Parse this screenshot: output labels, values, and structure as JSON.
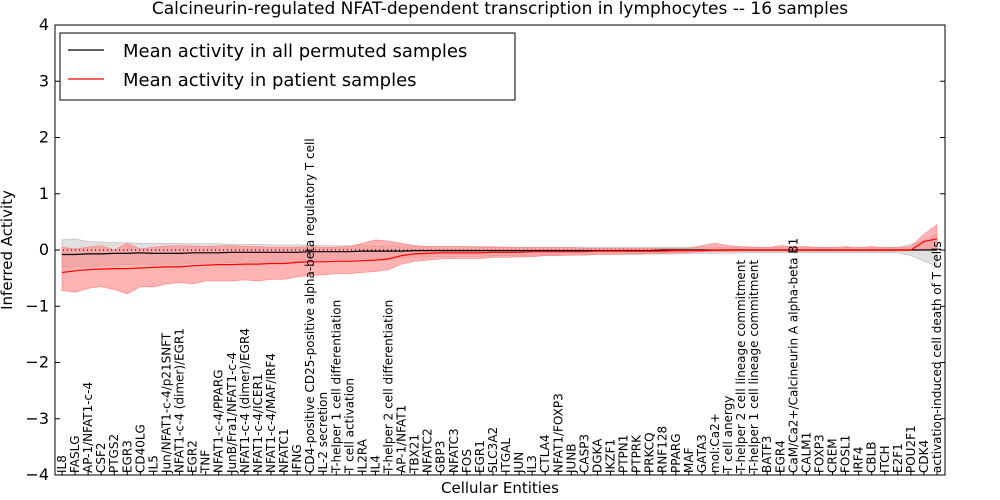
{
  "chart_data": {
    "type": "line",
    "title": "Calcineurin-regulated NFAT-dependent transcription in lymphocytes -- 16 samples",
    "xlabel": "Cellular Entities",
    "ylabel": "Inferred Activity",
    "ylim": [
      -4,
      4
    ],
    "yticks": [
      -4,
      -3,
      -2,
      -1,
      0,
      1,
      2,
      3,
      4
    ],
    "ytick_labels": [
      "−4",
      "−3",
      "−2",
      "−1",
      "0",
      "1",
      "2",
      "3",
      "4"
    ],
    "grid": false,
    "legend_position": "top-left",
    "categories": [
      "IL8",
      "FASLG",
      "AP-1/NFAT1-c-4",
      "CSF2",
      "PTGS2",
      "EGR3",
      "CD40LG",
      "IL5",
      "Jun/NFAT1-c-4/p21SNFT",
      "NFAT1-c-4 (dimer)/EGR1",
      "EGR2",
      "TNF",
      "NFAT1-c-4/PPARG",
      "JunB/Fra1/NFAT1-c-4",
      "NFAT1-c-4 (dimer)/EGR4",
      "NFAT1-c-4/ICER1",
      "NFAT1-c-4/MAF/IRF4",
      "NFATC1",
      "IFNG",
      "CD4-positive CD25-positive alpha-beta regulatory T cell",
      "IL-2 secretion",
      "T-helper 1 cell differentiation",
      "T cell activation",
      "IL2RA",
      "IL4",
      "T-helper 2 cell differentiation",
      "AP-1/NFAT1",
      "TBX21",
      "NFATC2",
      "GBP3",
      "NFATC3",
      "FOS",
      "EGR1",
      "SLC3A2",
      "ITGAL",
      "JUN",
      "IL3",
      "CTLA4",
      "NFAT1/FOXP3",
      "JUNB",
      "CASP3",
      "DGKA",
      "IKZF1",
      "PTPN1",
      "PTPRK",
      "PRKCQ",
      "RNF128",
      "PPARG",
      "MAF",
      "GATA3",
      "mol:Ca2+",
      "T cell anergy",
      "T-helper 2 cell lineage commitment",
      "T-helper 1 cell lineage commitment",
      "BATF3",
      "EGR4",
      "CaM/Ca2+/Calcineurin A alpha-beta B1",
      "CALM1",
      "FOXP3",
      "CREM",
      "FOSL1",
      "IRF4",
      "CBLB",
      "ITCH",
      "E2F1",
      "POU2F1",
      "CDK4",
      "activation-induced cell death of T cells"
    ],
    "category_labels": [
      "IL8",
      "FASLG",
      "AP-1/NFAT1-c-4",
      "CSF2",
      "PTGS2",
      "EGR3",
      "CD40LG",
      "IL5",
      "Jun/NFAT1-c-4/p21SNFT",
      "NFAT1-c-4 (dimer)/EGR1",
      "EGR2",
      "TNF",
      "NFAT1-c-4/PPARG",
      "JunB/Fra1/NFAT1-c-4",
      "NFAT1-c-4 (dimer)/EGR4",
      "NFAT1-c-4/ICER1",
      "NFAT1-c-4/MAF/IRF4",
      "NFATC1",
      "IFNG",
      "CD4-positive CD25-positive alpha-beta regulatory T cell",
      "IL-2 secretion",
      "T-helper 1 cell differentiation",
      "T cell activation",
      "IL2RA",
      "IL4",
      "T-helper 2 cell differentiation",
      "AP-1/NFAT1",
      "TBX21",
      "NFATC2",
      "GBP3",
      "NFATC3",
      "FOS",
      "EGR1",
      "SLC3A2",
      "ITGAL",
      "JUN",
      "IL3",
      "CTLA4",
      "NFAT1/FOXP3",
      "JUNB",
      "CASP3",
      "DGKA",
      "IKZF1",
      "PTPN1",
      "PTPRK",
      "PRKCQ",
      "RNF128",
      "PPARG",
      "MAF",
      "GATA3",
      "mol:Ca2+",
      "T cell anergy",
      "T-helper 2 cell lineage commitment",
      "T-helper 1 cell lineage commitment",
      "BATF3",
      "EGR4",
      "CaM/Ca2+/Calcineurin A alpha-beta B1",
      "CALM1",
      "FOXP3",
      "CREM",
      "FOSL1",
      "IRF4",
      "CBLB",
      "ITCH",
      "E2F1",
      "POU2F1",
      "CDK4",
      "activation-induced cell death of T cells"
    ],
    "series": [
      {
        "name": "Mean activity in all permuted samples",
        "color": "#000000",
        "band_color": "#bbbbbb",
        "values": [
          -0.08,
          -0.08,
          -0.07,
          -0.07,
          -0.06,
          -0.06,
          -0.05,
          -0.06,
          -0.06,
          -0.06,
          -0.05,
          -0.05,
          -0.05,
          -0.04,
          -0.04,
          -0.04,
          -0.04,
          -0.04,
          -0.04,
          -0.03,
          -0.03,
          -0.03,
          -0.03,
          -0.02,
          -0.02,
          -0.02,
          -0.02,
          -0.01,
          -0.01,
          -0.01,
          -0.01,
          -0.01,
          -0.01,
          -0.01,
          -0.01,
          -0.01,
          -0.01,
          -0.01,
          -0.01,
          -0.01,
          -0.01,
          -0.01,
          -0.01,
          -0.01,
          -0.01,
          -0.01,
          0.0,
          0.0,
          0.0,
          0.0,
          0.0,
          0.0,
          0.0,
          0.0,
          0.0,
          0.0,
          0.0,
          0.0,
          0.0,
          0.0,
          0.0,
          0.0,
          0.0,
          0.0,
          0.0,
          0.0,
          0.0,
          0.0
        ],
        "lower": [
          -0.32,
          -0.3,
          -0.29,
          -0.28,
          -0.27,
          -0.26,
          -0.25,
          -0.26,
          -0.25,
          -0.25,
          -0.24,
          -0.24,
          -0.23,
          -0.22,
          -0.22,
          -0.21,
          -0.21,
          -0.2,
          -0.2,
          -0.19,
          -0.18,
          -0.17,
          -0.17,
          -0.16,
          -0.15,
          -0.14,
          -0.14,
          -0.13,
          -0.12,
          -0.12,
          -0.11,
          -0.11,
          -0.11,
          -0.1,
          -0.1,
          -0.1,
          -0.1,
          -0.09,
          -0.09,
          -0.09,
          -0.09,
          -0.08,
          -0.08,
          -0.08,
          -0.08,
          -0.07,
          -0.07,
          -0.07,
          -0.06,
          -0.06,
          -0.06,
          -0.06,
          -0.05,
          -0.05,
          -0.05,
          -0.05,
          -0.05,
          -0.05,
          -0.05,
          -0.05,
          -0.05,
          -0.05,
          -0.05,
          -0.05,
          -0.05,
          -0.1,
          -0.2,
          -0.28
        ],
        "upper": [
          0.18,
          0.2,
          0.15,
          0.14,
          0.13,
          0.13,
          0.12,
          0.12,
          0.12,
          0.12,
          0.11,
          0.11,
          0.11,
          0.1,
          0.1,
          0.1,
          0.09,
          0.09,
          0.09,
          0.09,
          0.08,
          0.08,
          0.08,
          0.08,
          0.07,
          0.07,
          0.07,
          0.07,
          0.06,
          0.06,
          0.06,
          0.06,
          0.06,
          0.06,
          0.05,
          0.05,
          0.05,
          0.05,
          0.05,
          0.05,
          0.05,
          0.05,
          0.05,
          0.05,
          0.05,
          0.05,
          0.05,
          0.05,
          0.05,
          0.05,
          0.05,
          0.05,
          0.05,
          0.05,
          0.05,
          0.05,
          0.05,
          0.05,
          0.05,
          0.05,
          0.05,
          0.05,
          0.05,
          0.05,
          0.05,
          0.1,
          0.18,
          0.28
        ]
      },
      {
        "name": "Mean activity in patient samples",
        "color": "#ff0000",
        "band_color": "#ff8080",
        "values": [
          -0.4,
          -0.37,
          -0.35,
          -0.34,
          -0.33,
          -0.33,
          -0.32,
          -0.31,
          -0.3,
          -0.3,
          -0.28,
          -0.27,
          -0.26,
          -0.26,
          -0.25,
          -0.25,
          -0.24,
          -0.24,
          -0.22,
          -0.21,
          -0.21,
          -0.2,
          -0.2,
          -0.19,
          -0.18,
          -0.16,
          -0.1,
          -0.07,
          -0.06,
          -0.05,
          -0.05,
          -0.05,
          -0.05,
          -0.04,
          -0.04,
          -0.04,
          -0.03,
          -0.03,
          -0.03,
          -0.03,
          -0.03,
          -0.02,
          -0.02,
          -0.02,
          -0.02,
          -0.02,
          -0.02,
          -0.01,
          -0.01,
          -0.01,
          0.0,
          0.0,
          0.0,
          0.0,
          0.0,
          0.0,
          0.0,
          0.0,
          0.0,
          0.0,
          0.0,
          0.0,
          0.0,
          0.0,
          0.0,
          0.0,
          0.15,
          0.2
        ],
        "lower": [
          -0.72,
          -0.75,
          -0.68,
          -0.65,
          -0.7,
          -0.78,
          -0.65,
          -0.66,
          -0.6,
          -0.58,
          -0.6,
          -0.55,
          -0.55,
          -0.55,
          -0.53,
          -0.55,
          -0.52,
          -0.52,
          -0.48,
          -0.45,
          -0.44,
          -0.42,
          -0.42,
          -0.4,
          -0.38,
          -0.35,
          -0.25,
          -0.2,
          -0.18,
          -0.16,
          -0.15,
          -0.15,
          -0.15,
          -0.13,
          -0.13,
          -0.12,
          -0.12,
          -0.1,
          -0.1,
          -0.09,
          -0.09,
          -0.08,
          -0.08,
          -0.07,
          -0.07,
          -0.06,
          -0.06,
          -0.05,
          -0.04,
          -0.03,
          -0.03,
          -0.03,
          -0.02,
          -0.02,
          -0.02,
          -0.02,
          -0.02,
          -0.02,
          -0.02,
          -0.02,
          -0.02,
          -0.02,
          -0.02,
          -0.02,
          -0.02,
          -0.01,
          0.02,
          0.0
        ],
        "upper": [
          0.05,
          0.02,
          0.05,
          0.08,
          0.0,
          0.12,
          0.02,
          0.05,
          0.07,
          0.08,
          0.07,
          0.06,
          0.07,
          0.08,
          0.06,
          0.06,
          0.05,
          0.05,
          0.05,
          0.06,
          0.05,
          0.05,
          0.06,
          0.12,
          0.18,
          0.16,
          0.12,
          0.08,
          0.06,
          0.06,
          0.06,
          0.06,
          0.05,
          0.05,
          0.05,
          0.04,
          0.04,
          0.04,
          0.04,
          0.04,
          0.03,
          0.03,
          0.03,
          0.03,
          0.03,
          0.03,
          0.03,
          0.03,
          0.03,
          0.08,
          0.12,
          0.08,
          0.06,
          0.05,
          0.04,
          0.08,
          0.06,
          0.06,
          0.04,
          0.04,
          0.06,
          0.04,
          0.06,
          0.04,
          0.04,
          0.06,
          0.28,
          0.45
        ]
      }
    ],
    "reference_line": {
      "value": 0.0,
      "style": "dotted"
    }
  }
}
